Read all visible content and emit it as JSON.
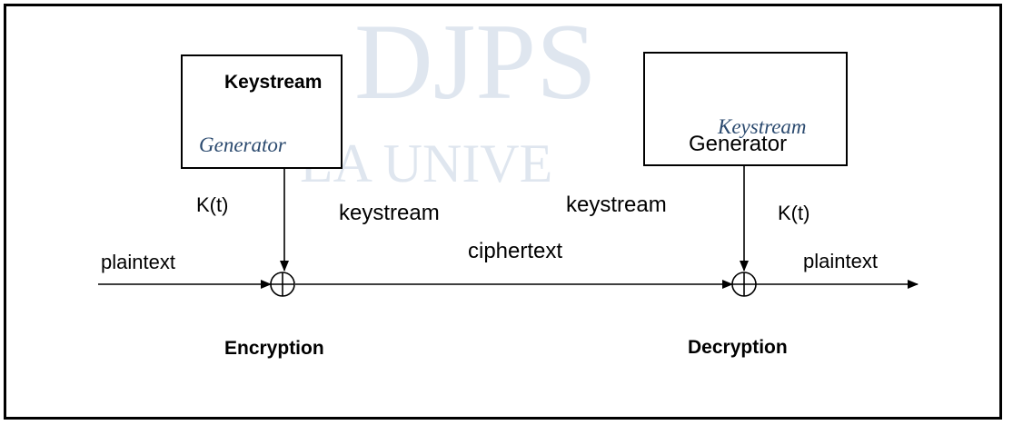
{
  "encrypt_side": {
    "box_title": "Keystream",
    "box_subtitle": "Generator",
    "kt": "K(t)",
    "keystream": "keystream",
    "input": "plaintext",
    "caption": "Encryption"
  },
  "channel": {
    "label": "ciphertext"
  },
  "decrypt_side": {
    "box_title": "Keystream",
    "box_subtitle": "Generator",
    "kt": "K(t)",
    "keystream": "keystream",
    "output": "plaintext",
    "caption": "Decryption"
  },
  "colors": {
    "line": "#000000",
    "italic_text": "#2b4a6f",
    "watermark": "#dfe6ef"
  }
}
